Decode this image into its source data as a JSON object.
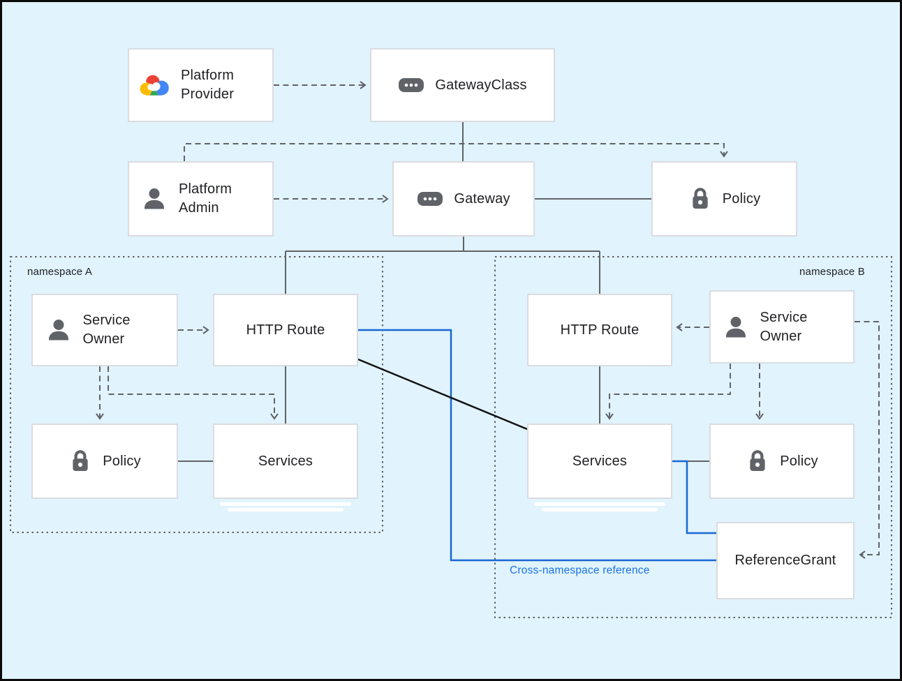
{
  "diagram": {
    "colors": {
      "background": "#e1f3fc",
      "box_border": "#dadce0",
      "text": "#202124",
      "connector_gray": "#5f6368",
      "connector_blue": "#1967d2",
      "connector_black": "#111111",
      "annotation_blue": "#1a73e8",
      "google_logo": {
        "red": "#EA4335",
        "blue": "#4285F4",
        "green": "#34A853",
        "yellow": "#FBBC05"
      }
    },
    "nodes": {
      "platform_provider": {
        "label": "Platform Provider",
        "icon": "google-cloud-logo"
      },
      "gateway_class": {
        "label": "GatewayClass",
        "icon": "resource-chip"
      },
      "platform_admin": {
        "label": "Platform Admin",
        "icon": "person"
      },
      "gateway": {
        "label": "Gateway",
        "icon": "resource-chip"
      },
      "policy_top": {
        "label": "Policy",
        "icon": "lock"
      },
      "service_owner_a": {
        "label": "Service Owner",
        "icon": "person"
      },
      "http_route_a": {
        "label": "HTTP Route"
      },
      "policy_a": {
        "label": "Policy",
        "icon": "lock"
      },
      "services_a": {
        "label": "Services"
      },
      "http_route_b": {
        "label": "HTTP Route"
      },
      "service_owner_b": {
        "label": "Service Owner",
        "icon": "person"
      },
      "services_b": {
        "label": "Services"
      },
      "policy_b": {
        "label": "Policy",
        "icon": "lock"
      },
      "reference_grant": {
        "label": "ReferenceGrant"
      }
    },
    "namespaces": {
      "a": {
        "label": "namespace A"
      },
      "b": {
        "label": "namespace B"
      }
    },
    "annotations": {
      "cross_namespace_reference": "Cross-namespace reference"
    }
  }
}
